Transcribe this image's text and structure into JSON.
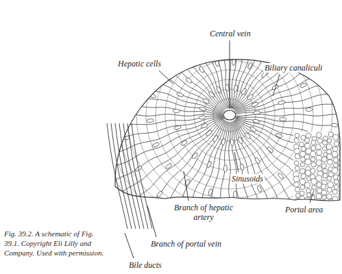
{
  "diagram": {
    "caption": "Fig. 39.2. A schematic of Fig. 39.1. Copyright Eli Lilly and Company. Used with permission.",
    "labels": [
      "Central vein",
      "Hepatic cells",
      "Biliary canaliculi",
      "Sinusoids",
      "Branch of hepatic artery",
      "Portal area",
      "Branch of portal vein",
      "Bile ducts"
    ]
  }
}
